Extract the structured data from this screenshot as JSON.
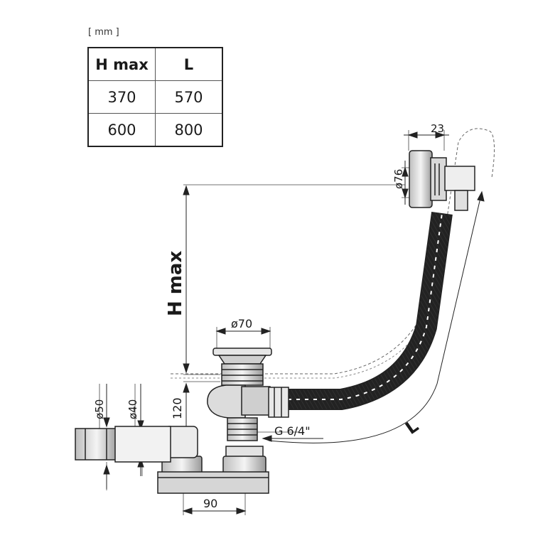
{
  "units": "[ mm ]",
  "table": {
    "headers": [
      "H max",
      "L"
    ],
    "rows": [
      [
        "370",
        "570"
      ],
      [
        "600",
        "800"
      ]
    ]
  },
  "labels": {
    "d23": "23",
    "d76": "ø76",
    "hmax": "H max",
    "d70": "ø70",
    "d50": "ø50",
    "d40": "ø40",
    "h120": "120",
    "thread": "G 6/4\"",
    "length": "L",
    "w90": "90"
  }
}
